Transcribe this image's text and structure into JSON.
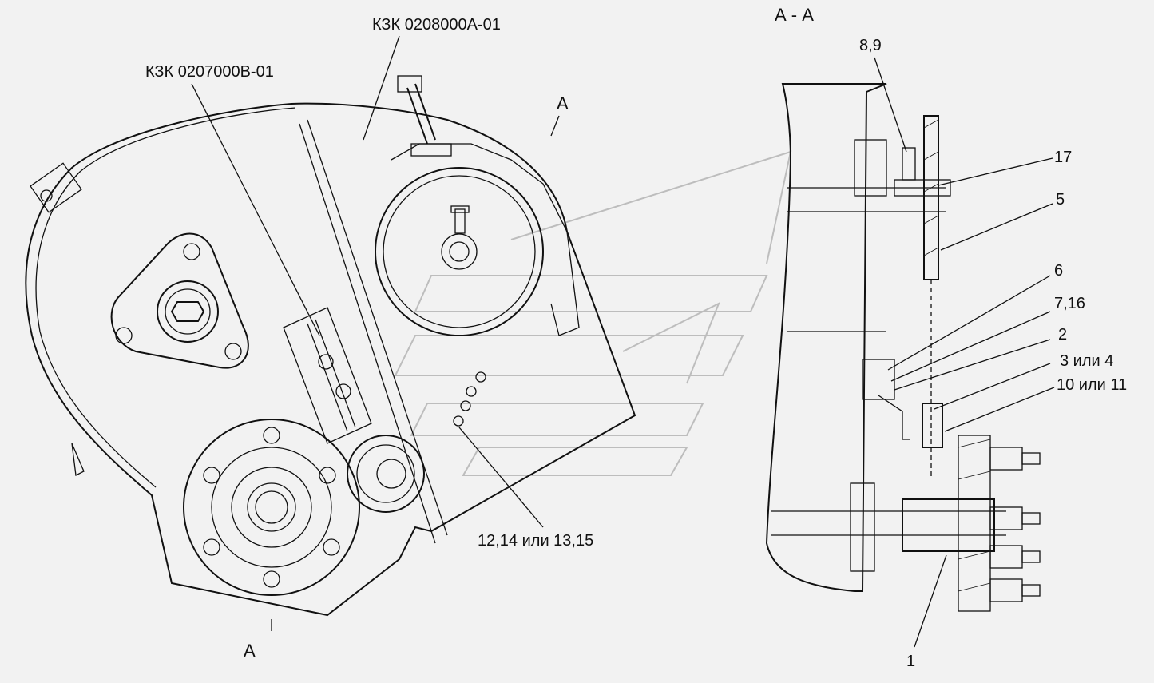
{
  "labels": {
    "assembly_1": "КЗК 0207000В-01",
    "assembly_2": "КЗК 0208000А-01",
    "section_title": "А - А",
    "section_mark_top": "А",
    "section_mark_bottom": "А",
    "part_8_9": "8,9",
    "part_17": "17",
    "part_5": "5",
    "part_6": "6",
    "part_7_16": "7,16",
    "part_2": "2",
    "part_3_4": "3 или 4",
    "part_10_11": "10 или 11",
    "part_12_15": "12,14 или 13,15",
    "part_1": "1"
  },
  "colors": {
    "line": "#111111",
    "background": "#f2f2f2",
    "watermark": "#bdbdbd"
  }
}
